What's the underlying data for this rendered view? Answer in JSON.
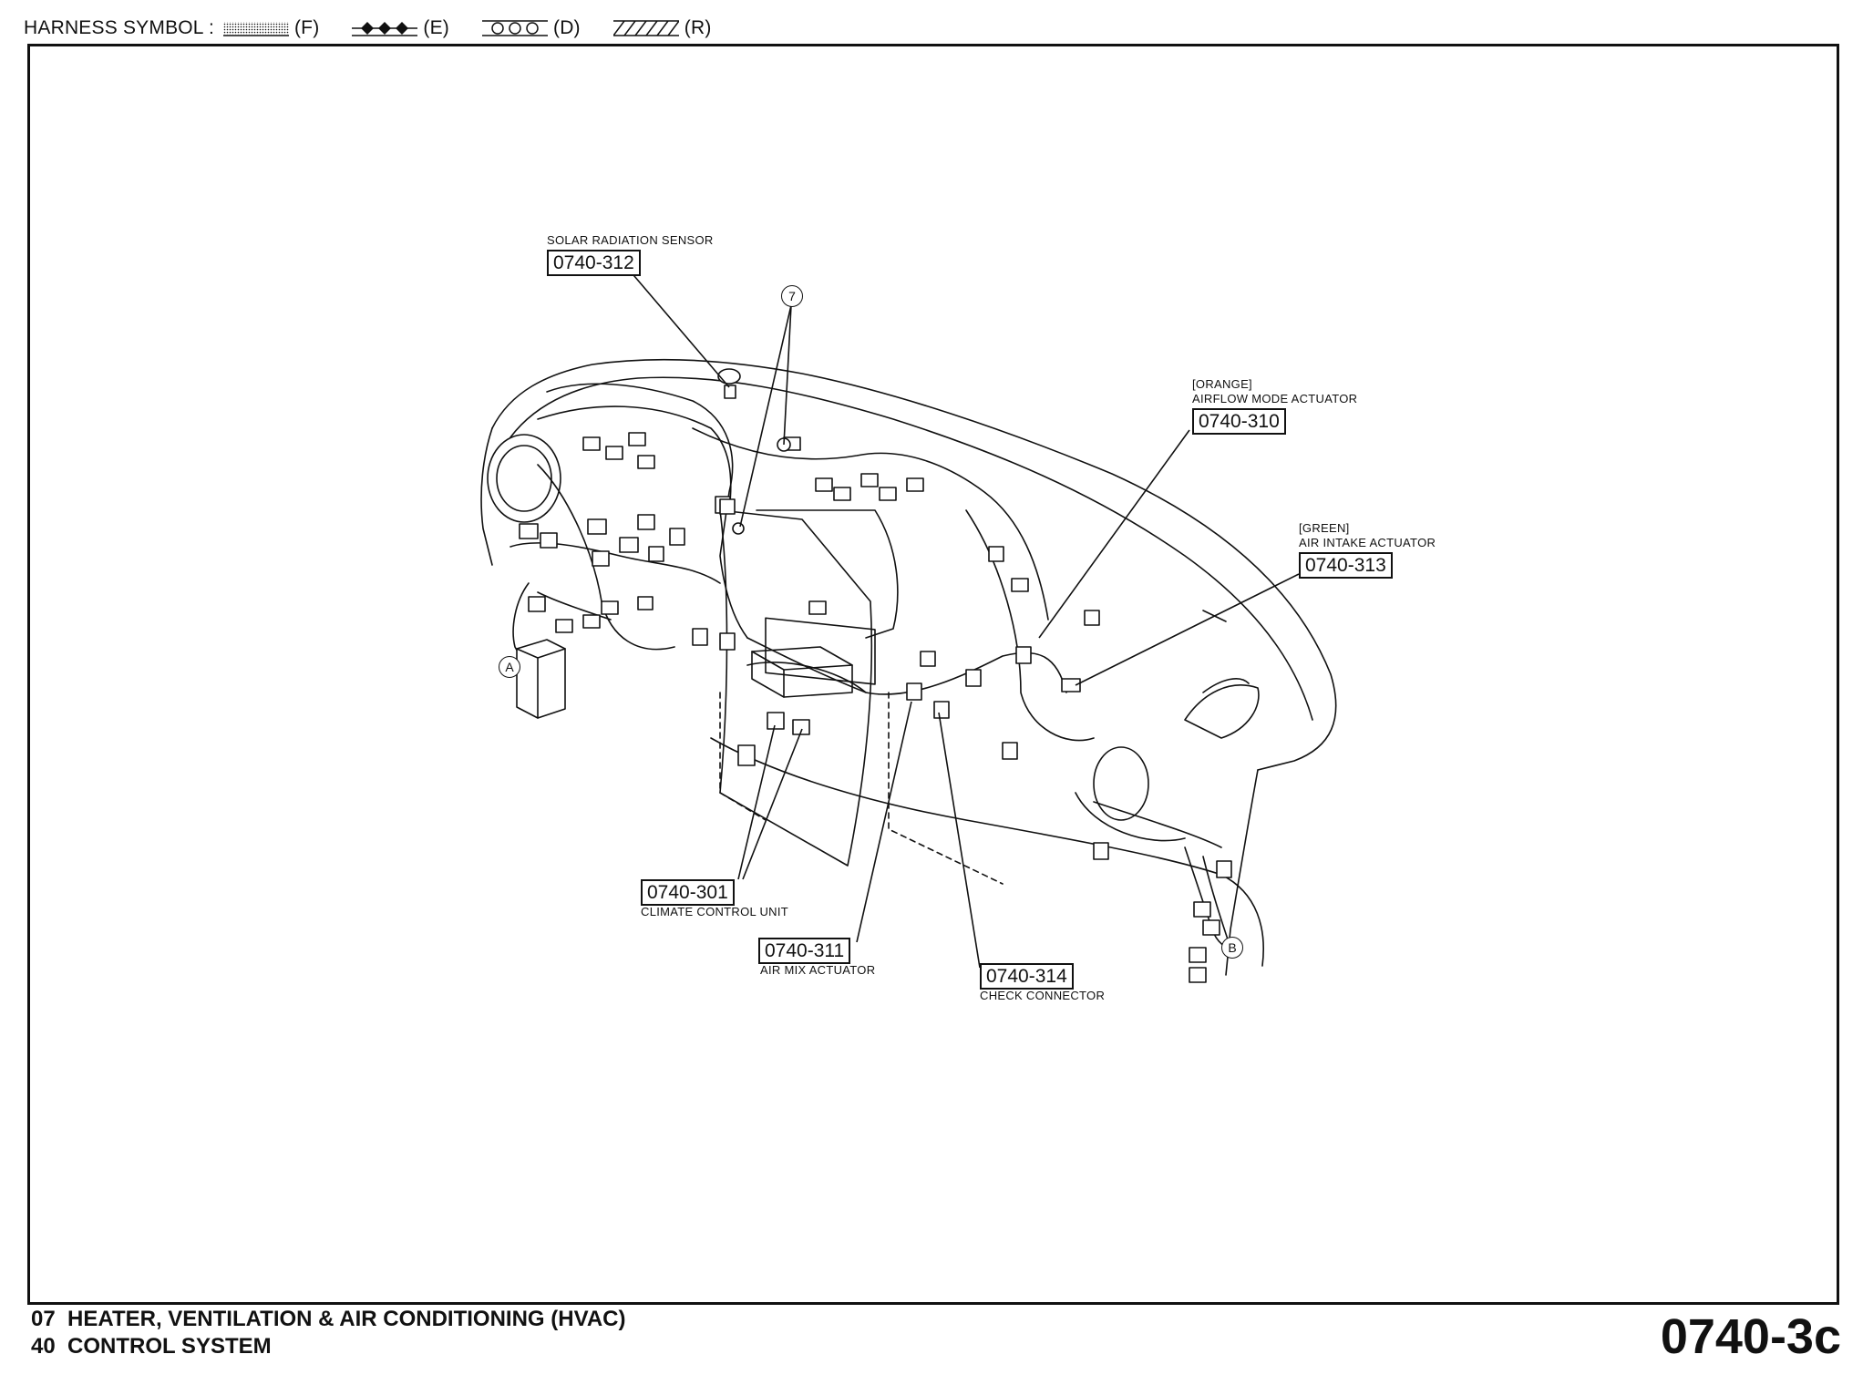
{
  "legend": {
    "prefix": "HARNESS SYMBOL :",
    "items": [
      {
        "code": "(F)",
        "pattern": "dotted"
      },
      {
        "code": "(E)",
        "pattern": "diamonds"
      },
      {
        "code": "(D)",
        "pattern": "circles"
      },
      {
        "code": "(R)",
        "pattern": "hatched"
      }
    ]
  },
  "components": {
    "solar": {
      "label": "SOLAR RADIATION SENSOR",
      "code": "0740-312"
    },
    "airflow": {
      "color_note": "[ORANGE]",
      "label": "AIRFLOW MODE ACTUATOR",
      "code": "0740-310"
    },
    "intake": {
      "color_note": "[GREEN]",
      "label": "AIR INTAKE ACTUATOR",
      "code": "0740-313"
    },
    "climate": {
      "label": "CLIMATE CONTROL UNIT",
      "code": "0740-301"
    },
    "airmix": {
      "label": "AIR MIX ACTUATOR",
      "code": "0740-311"
    },
    "check": {
      "label": "CHECK CONNECTOR",
      "code": "0740-314"
    }
  },
  "markers": {
    "ground": "7",
    "a": "A",
    "b": "B"
  },
  "footer": {
    "line1_num": "07",
    "line1_text": "HEATER, VENTILATION & AIR CONDITIONING (HVAC)",
    "line2_num": "40",
    "line2_text": "CONTROL SYSTEM"
  },
  "page_number": "0740-3c"
}
